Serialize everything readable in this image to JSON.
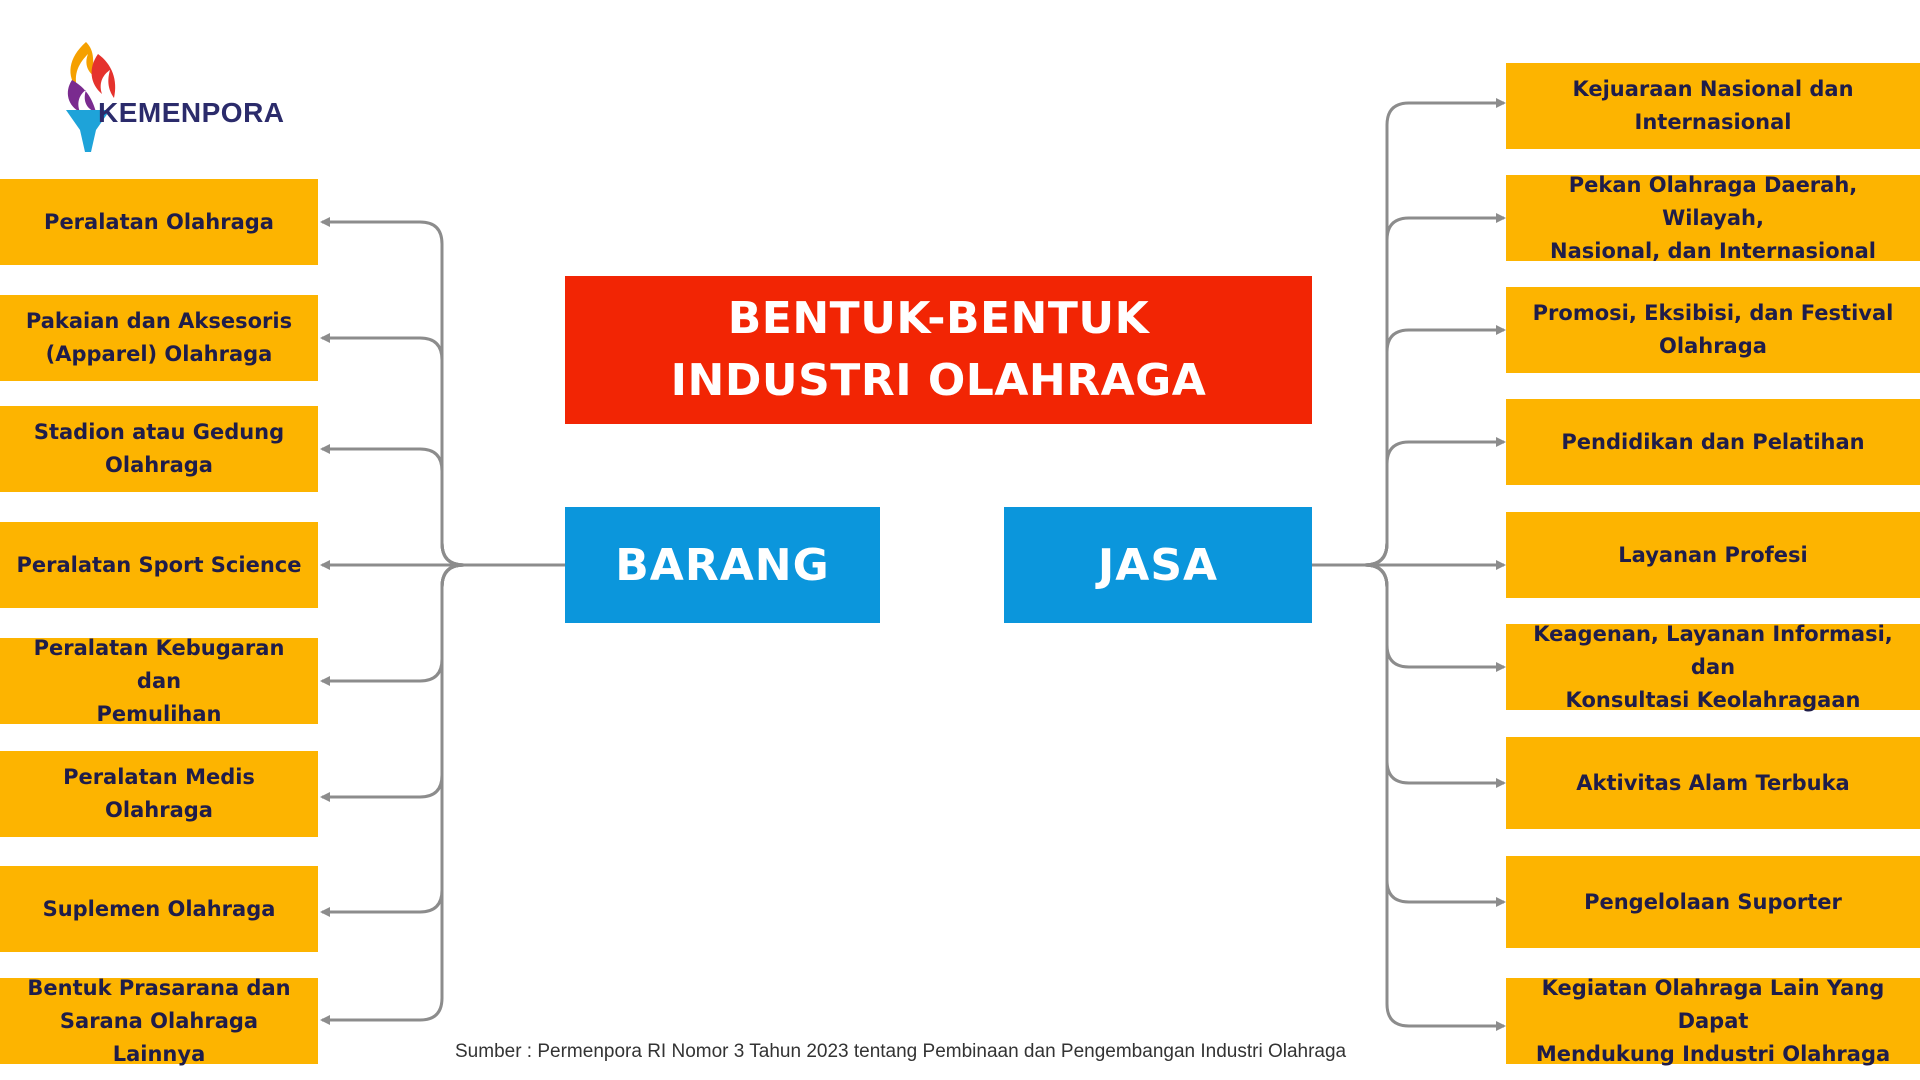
{
  "logo": {
    "text": "KEMENPORA",
    "colors": [
      "#f5a000",
      "#e5322d",
      "#7a2b8f",
      "#2b2b6b",
      "#1ea3d9"
    ]
  },
  "title": {
    "line1": "BENTUK-BENTUK",
    "line2": "INDUSTRI OLAHRAGA"
  },
  "categories": {
    "barang": "BARANG",
    "jasa": "JASA"
  },
  "barang_items": [
    [
      "Peralatan Olahraga"
    ],
    [
      "Pakaian dan Aksesoris",
      "(Apparel) Olahraga"
    ],
    [
      "Stadion atau Gedung",
      "Olahraga"
    ],
    [
      "Peralatan Sport Science"
    ],
    [
      "Peralatan Kebugaran dan",
      "Pemulihan"
    ],
    [
      "Peralatan Medis Olahraga"
    ],
    [
      "Suplemen Olahraga"
    ],
    [
      "Bentuk Prasarana dan",
      "Sarana Olahraga Lainnya"
    ]
  ],
  "jasa_items": [
    [
      "Kejuaraan Nasional dan Internasional"
    ],
    [
      "Pekan Olahraga Daerah, Wilayah,",
      "Nasional, dan Internasional"
    ],
    [
      "Promosi, Eksibisi, dan Festival",
      "Olahraga"
    ],
    [
      "Pendidikan dan Pelatihan"
    ],
    [
      "Layanan Profesi"
    ],
    [
      "Keagenan, Layanan Informasi, dan",
      "Konsultasi Keolahragaan"
    ],
    [
      "Aktivitas Alam Terbuka"
    ],
    [
      "Pengelolaan Suporter"
    ],
    [
      "Kegiatan Olahraga Lain Yang Dapat",
      "Mendukung Industri Olahraga"
    ]
  ],
  "source": "Sumber : Permenpora RI Nomor 3 Tahun 2023 tentang Pembinaan dan Pengembangan Industri Olahraga",
  "colors": {
    "item_bg": "#fdb400",
    "title_bg": "#f22504",
    "category_bg": "#0b96dc",
    "connector": "#8c8c8c"
  }
}
